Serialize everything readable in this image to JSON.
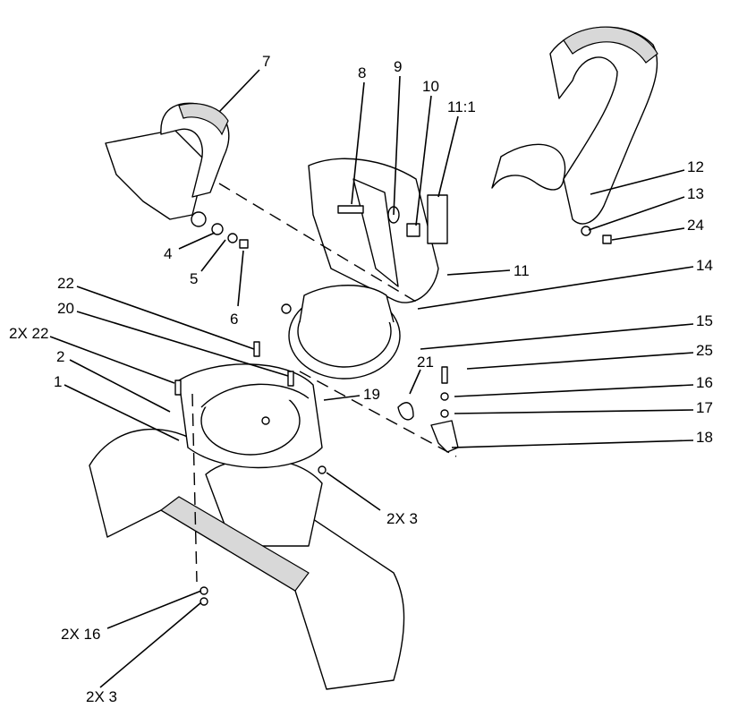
{
  "callouts": [
    {
      "id": "c7",
      "text": "7"
    },
    {
      "id": "c8",
      "text": "8"
    },
    {
      "id": "c9",
      "text": "9"
    },
    {
      "id": "c10",
      "text": "10"
    },
    {
      "id": "c11_1",
      "text": "11:1"
    },
    {
      "id": "c12",
      "text": "12"
    },
    {
      "id": "c13",
      "text": "13"
    },
    {
      "id": "c24",
      "text": "24"
    },
    {
      "id": "c4",
      "text": "4"
    },
    {
      "id": "c5",
      "text": "5"
    },
    {
      "id": "c6",
      "text": "6"
    },
    {
      "id": "c11",
      "text": "11"
    },
    {
      "id": "c14",
      "text": "14"
    },
    {
      "id": "c22",
      "text": "22"
    },
    {
      "id": "c20",
      "text": "20"
    },
    {
      "id": "c15",
      "text": "15"
    },
    {
      "id": "c2x22",
      "text": "2X 22"
    },
    {
      "id": "c25",
      "text": "25"
    },
    {
      "id": "c2",
      "text": "2"
    },
    {
      "id": "c16",
      "text": "16"
    },
    {
      "id": "c1",
      "text": "1"
    },
    {
      "id": "c21",
      "text": "21"
    },
    {
      "id": "c19",
      "text": "19"
    },
    {
      "id": "c17",
      "text": "17"
    },
    {
      "id": "c18",
      "text": "18"
    },
    {
      "id": "c2x3a",
      "text": "2X 3"
    },
    {
      "id": "c2x16",
      "text": "2X 16"
    },
    {
      "id": "c2x3b",
      "text": "2X 3"
    }
  ]
}
